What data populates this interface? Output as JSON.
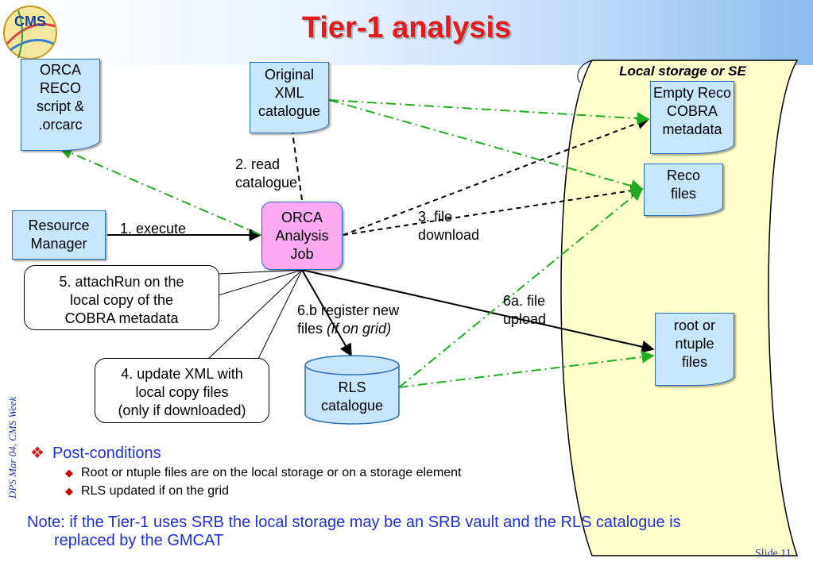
{
  "header": {
    "title": "Tier-1 analysis",
    "logo_text": "CMS"
  },
  "nodes": {
    "orca_reco_script": [
      "ORCA",
      "RECO",
      "script &",
      ".orcarc"
    ],
    "original_xml": [
      "Original",
      "XML",
      "catalogue"
    ],
    "storage_label": "Local storage or SE",
    "empty_reco": [
      "Empty Reco",
      "COBRA",
      "metadata"
    ],
    "reco_files": [
      "Reco",
      "files"
    ],
    "resource_manager": [
      "Resource",
      "Manager"
    ],
    "orca_job": [
      "ORCA",
      "Analysis",
      "Job"
    ],
    "root_ntuple": [
      "root or",
      "ntuple",
      "files"
    ],
    "rls_catalogue": [
      "RLS",
      "catalogue"
    ]
  },
  "edge_labels": {
    "execute": "1. execute",
    "read_catalogue": [
      "2. read",
      "catalogue"
    ],
    "file_download": [
      "3. file",
      "download"
    ],
    "file_upload": [
      "6a. file",
      "upload"
    ],
    "register": [
      "6.b register new",
      "files"
    ],
    "register_italic": "(if on grid)"
  },
  "callouts": {
    "attach_run": [
      "5. attachRun on the",
      "local copy of the",
      "COBRA metadata"
    ],
    "update_xml": [
      "4. update XML with",
      "local copy files",
      "(only if downloaded)"
    ]
  },
  "bullets": {
    "main": "Post-conditions",
    "sub": [
      "Root or ntuple files are on the local storage or on a storage element",
      "RLS updated if on the grid"
    ],
    "note_line1": "Note: if the Tier-1 uses SRB the local storage may be an SRB vault and the RLS catalogue is",
    "note_line2": "replaced by the GMCAT"
  },
  "footer": {
    "side_text": "DPS Mar 04, CMS Week",
    "slide": "Slide 11"
  },
  "colors": {
    "title": "#e21c1c",
    "doc_fill": "#c8e6ff",
    "storage_fill": "#ffffcc",
    "job_fill": "#ffaaf0",
    "dashdot_green": "#22aa22",
    "bullet_blue": "#1f2fd8"
  }
}
